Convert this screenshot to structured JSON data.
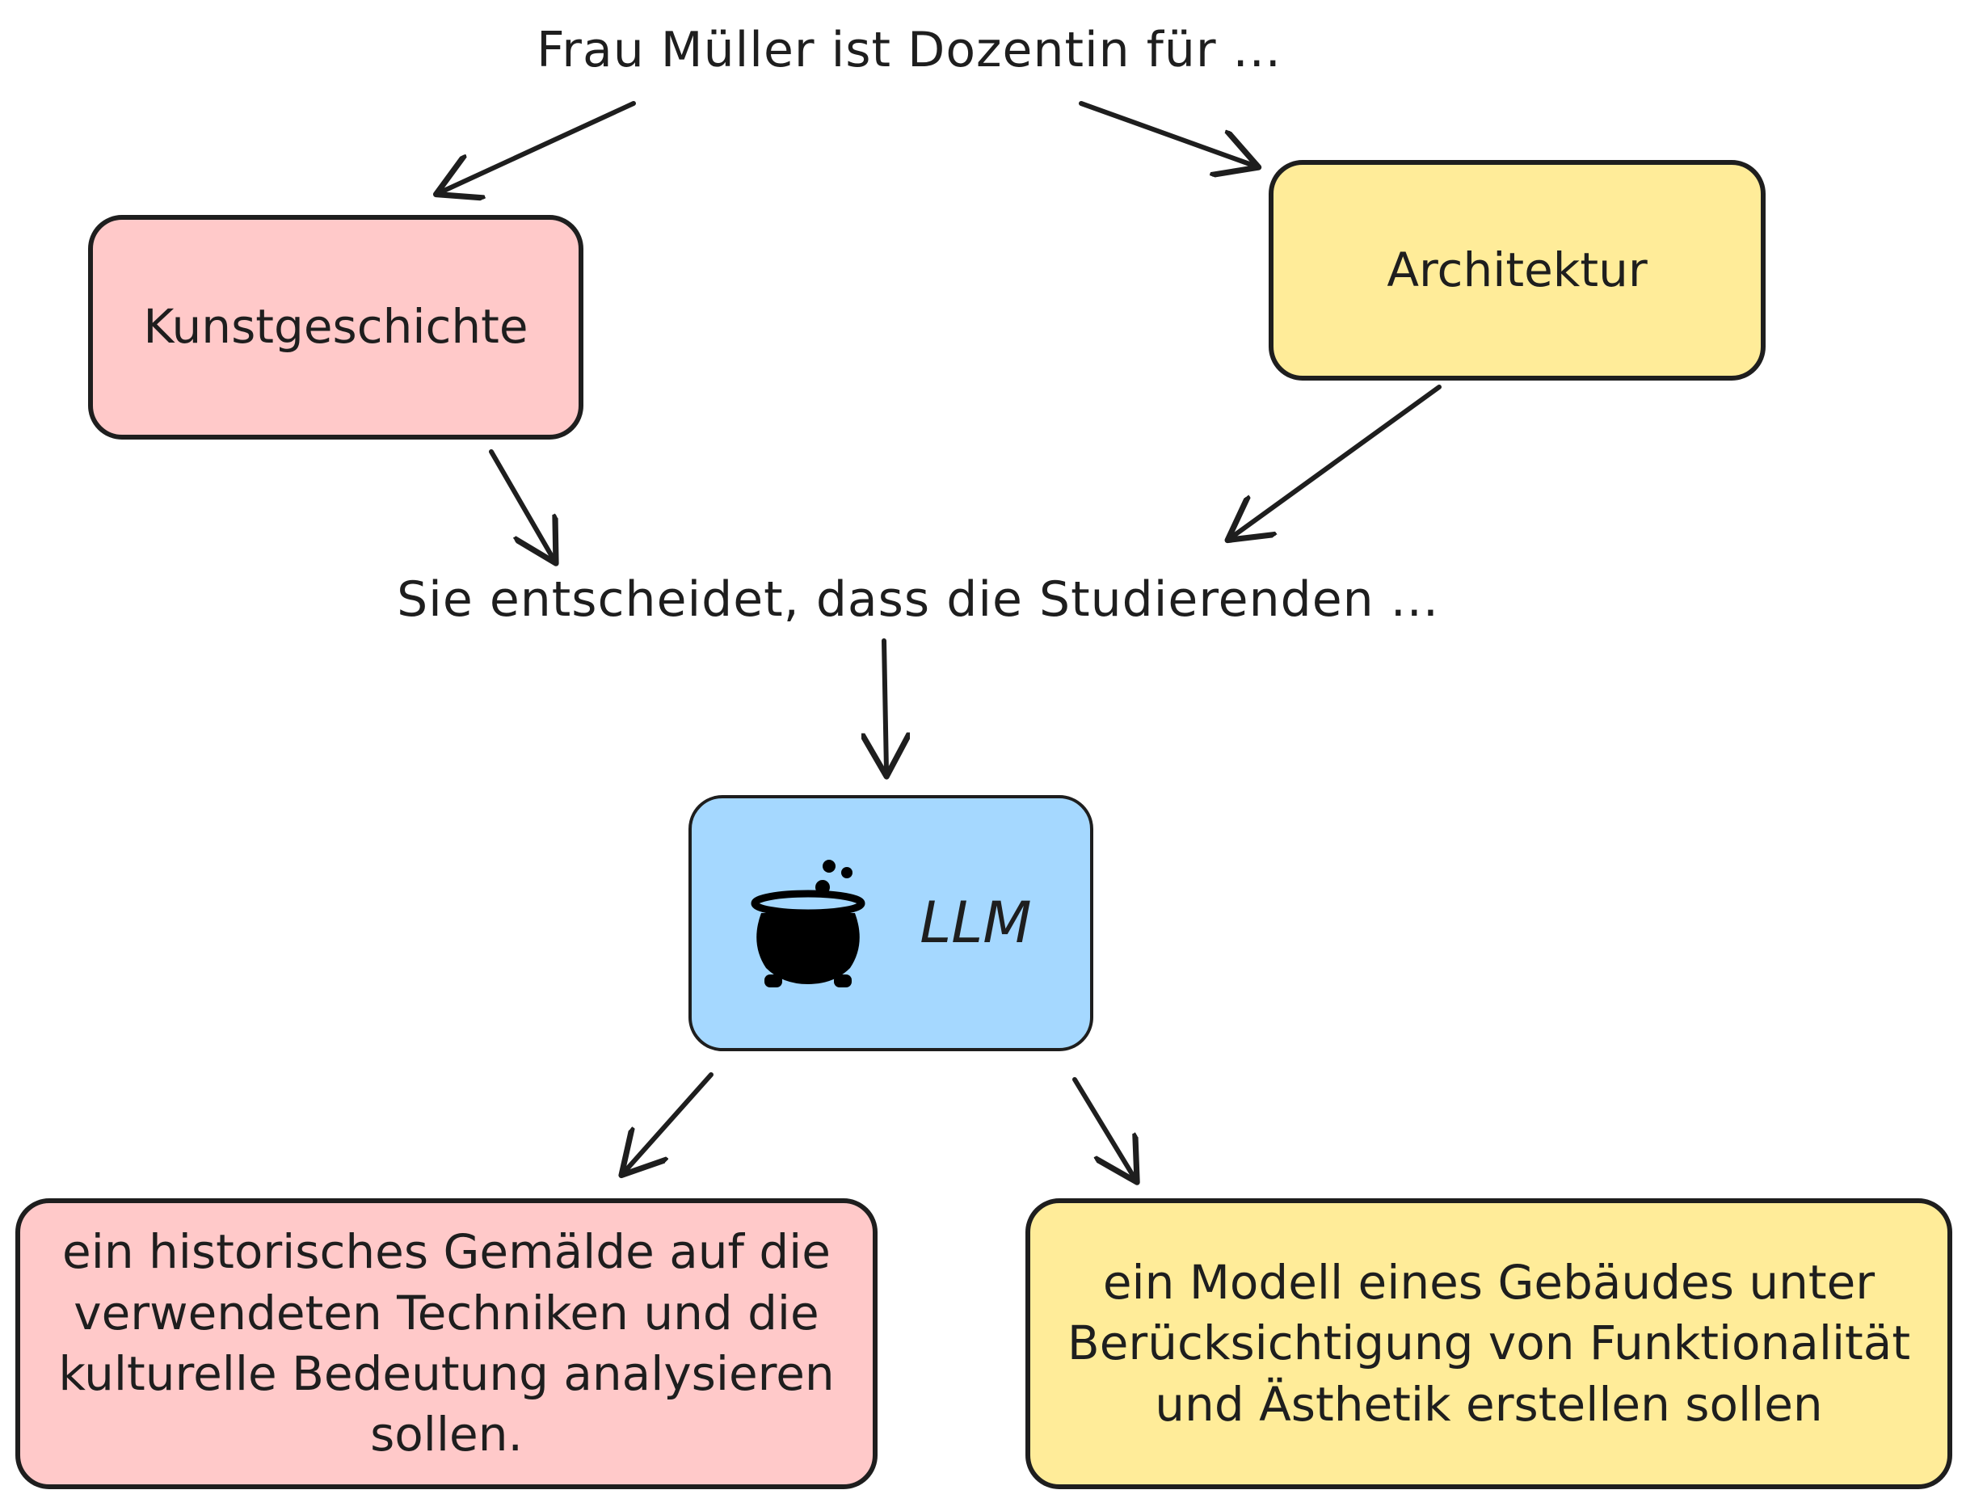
{
  "intro": "Frau Müller ist Dozentin für ...",
  "subjects": {
    "left": "Kunstgeschichte",
    "right": "Architektur"
  },
  "decision": "Sie entscheidet, dass die Studierenden ...",
  "llm": {
    "label": "LLM",
    "icon": "cauldron-icon"
  },
  "outcomes": {
    "left": "ein historisches Gemälde auf die verwendeten Techniken und die kulturelle Bedeutung analysieren sollen.",
    "right": "ein Modell eines Gebäudes unter Berücksichtigung von Funktionalität und Ästhetik erstellen sollen"
  },
  "colors": {
    "pink": "#ffc9c9",
    "yellow": "#ffec99",
    "blue": "#a5d8ff",
    "stroke": "#1e1e1e"
  }
}
